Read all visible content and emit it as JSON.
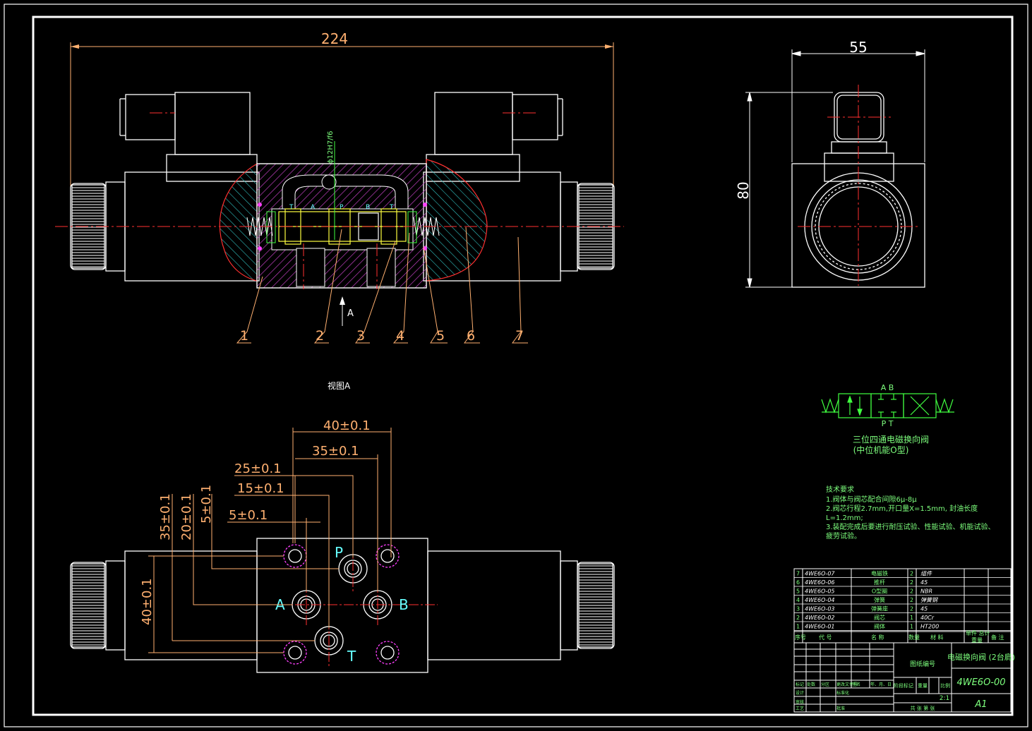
{
  "front_view": {
    "overall_width": "224",
    "fit_label": "ϕ12H7/f6",
    "ports": [
      "T",
      "A",
      "P",
      "B",
      "T"
    ],
    "part_leaders": [
      "1",
      "2",
      "3",
      "4",
      "5",
      "6",
      "7"
    ],
    "view_arrow": "A"
  },
  "side_view": {
    "width": "55",
    "height": "80"
  },
  "view_a": {
    "title": "视图A",
    "dims": {
      "d40": "40±0.1",
      "d35": "35±0.1",
      "d25": "25±0.1",
      "d15": "15±0.1",
      "d5": "5±0.1",
      "v35": "35±0.1",
      "v20": "20±0.1",
      "v5": "5±0.1",
      "v40": "40±0.1"
    },
    "ports": {
      "P": "P",
      "A": "A",
      "B": "B",
      "T": "T"
    }
  },
  "symbol": {
    "ports_top": "A B",
    "ports_bottom": "P T",
    "caption": "三位四通电磁换向阀",
    "caption2": "(中位机能O型)"
  },
  "tech_requirements": {
    "title": "技术要求",
    "lines": [
      "1.阀体与阀芯配合间隙6μ-8μ",
      "2.阀芯行程2.7mm,开口量X=1.5mm, 封油长度",
      "L=1.2mm;",
      "3.装配完成后要进行耐压试验、性能试验、机能试验、",
      "疲劳试验。"
    ]
  },
  "bom": {
    "rows": [
      {
        "no": "7",
        "code": "4WE6O-07",
        "name": "电磁铁",
        "qty": "2",
        "material": "组件"
      },
      {
        "no": "6",
        "code": "4WE6O-06",
        "name": "推杆",
        "qty": "2",
        "material": "45"
      },
      {
        "no": "5",
        "code": "4WE6O-05",
        "name": "O型圈",
        "qty": "2",
        "material": "NBR"
      },
      {
        "no": "4",
        "code": "4WE6O-04",
        "name": "弹簧",
        "qty": "2",
        "material": "弹簧钢"
      },
      {
        "no": "3",
        "code": "4WE6O-03",
        "name": "弹簧座",
        "qty": "2",
        "material": "45"
      },
      {
        "no": "2",
        "code": "4WE6O-02",
        "name": "阀芯",
        "qty": "1",
        "material": "40Cr"
      },
      {
        "no": "1",
        "code": "4WE6O-01",
        "name": "阀体",
        "qty": "1",
        "material": "HT200"
      }
    ],
    "header": {
      "no": "序号",
      "code": "代 号",
      "name": "名 称",
      "qty": "数量",
      "material": "材 料",
      "note": "备 注",
      "weight": "单件 总计",
      "weight2": "重量"
    }
  },
  "title_block": {
    "drawing_title": "电磁换向阀 (2台肩)",
    "drawing_no": "4WE6O-00",
    "sheet": "A1",
    "school": "图纸编号",
    "scale": "2:1",
    "stage": "阶段标记",
    "weight_label": "重量",
    "scale_label": "比例",
    "sheets": "共 张 第 张",
    "labels": [
      "标记",
      "处数",
      "分区",
      "更改文件号",
      "签名",
      "年、月、日",
      "设计",
      "标准化",
      "审核",
      "工艺",
      "批准"
    ]
  },
  "colors": {
    "frame": "#ffffff",
    "dimension": "#ffb070",
    "centerline": "#ff3030",
    "hatch_body": "#c040c0",
    "hatch_housing": "#30c0c0",
    "symbol": "#40ff40",
    "spool": "#ffff40",
    "port_circle": "#ff40ff"
  }
}
